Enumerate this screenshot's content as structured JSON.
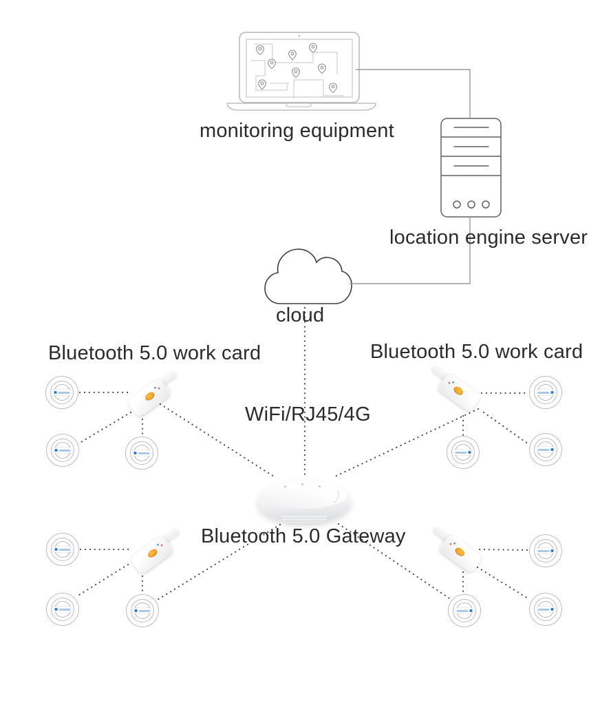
{
  "labels": {
    "monitoring_equipment": "monitoring equipment",
    "location_engine_server": "location engine server",
    "cloud": "cloud",
    "work_card_left": "Bluetooth 5.0 work card",
    "work_card_right": "Bluetooth 5.0 work card",
    "connection": "WiFi/RJ45/4G",
    "gateway": "Bluetooth 5.0 Gateway"
  },
  "icons": {
    "laptop": "laptop-map-monitor-icon",
    "server": "server-tower-icon",
    "cloud": "cloud-icon",
    "gateway": "gateway-dome-device",
    "work_card": "work-card-device",
    "beacon": "beacon-rings-icon",
    "map_pin": "map-pin-icon"
  },
  "colors": {
    "text": "#2b2b2b",
    "line_art_light": "#b3b3b3",
    "line_art_dark": "#5f5f5f",
    "dotted_link": "#4c4c4c",
    "accent_orange": "#f0a32f",
    "accent_blue": "#2e7fd0"
  }
}
